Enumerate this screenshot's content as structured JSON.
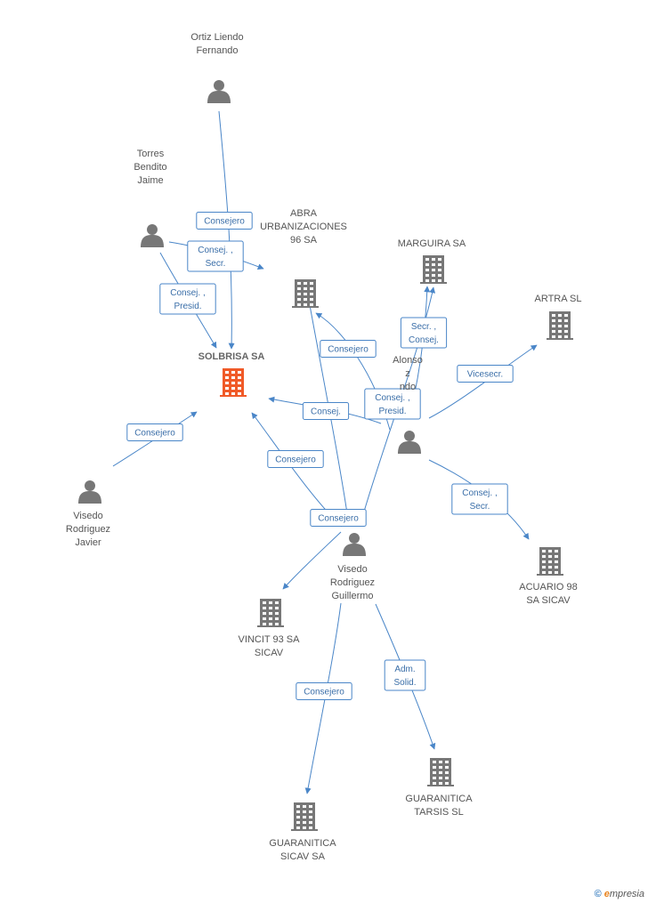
{
  "colors": {
    "edge": "#4a86c8",
    "node": "#777777",
    "main": "#f05a28",
    "label": "#555555"
  },
  "nodes": [
    {
      "id": "ortiz",
      "kind": "person",
      "lines": [
        "Ortiz Liendo",
        "Fernando"
      ]
    },
    {
      "id": "torres",
      "kind": "person",
      "lines": [
        "Torres",
        "Bendito",
        "Jaime"
      ]
    },
    {
      "id": "solbrisa",
      "kind": "company",
      "main": true,
      "lines": [
        "SOLBRISA SA"
      ]
    },
    {
      "id": "abra",
      "kind": "company",
      "lines": [
        "ABRA",
        "URBANIZACIONES",
        "96 SA"
      ]
    },
    {
      "id": "marguira",
      "kind": "company",
      "lines": [
        "MARGUIRA SA"
      ]
    },
    {
      "id": "artra",
      "kind": "company",
      "lines": [
        "ARTRA SL"
      ]
    },
    {
      "id": "alonso",
      "kind": "person",
      "lines": [
        "Alonso",
        "z",
        "ndo"
      ]
    },
    {
      "id": "visedoj",
      "kind": "person",
      "lines": [
        "Visedo",
        "Rodriguez",
        "Javier"
      ]
    },
    {
      "id": "visedog",
      "kind": "person",
      "lines": [
        "Visedo",
        "Rodriguez",
        "Guillermo"
      ]
    },
    {
      "id": "acuario",
      "kind": "company",
      "lines": [
        "ACUARIO 98",
        "SA SICAV"
      ]
    },
    {
      "id": "vincit",
      "kind": "company",
      "lines": [
        "VINCIT 93 SA",
        "SICAV"
      ]
    },
    {
      "id": "gtarsis",
      "kind": "company",
      "lines": [
        "GUARANITICA",
        "TARSIS SL"
      ]
    },
    {
      "id": "gsicav",
      "kind": "company",
      "lines": [
        "GUARANITICA",
        "SICAV SA"
      ]
    }
  ],
  "edges": [
    {
      "from": "ortiz",
      "to": "solbrisa",
      "label": [
        "Consejero"
      ]
    },
    {
      "from": "torres",
      "to": "abra",
      "label": [
        "Consej. ,",
        "Secr."
      ]
    },
    {
      "from": "torres",
      "to": "solbrisa",
      "label": [
        "Consej. ,",
        "Presid."
      ]
    },
    {
      "from": "visedoj",
      "to": "solbrisa",
      "label": [
        "Consejero"
      ]
    },
    {
      "from": "alonso",
      "to": "solbrisa",
      "label": [
        "Consej."
      ]
    },
    {
      "from": "alonso",
      "to": "abra",
      "label": [
        "Consejero"
      ]
    },
    {
      "from": "alonso",
      "to": "marguira",
      "label": [
        "Secr. ,",
        "Consej."
      ]
    },
    {
      "from": "alonso",
      "to": "artra",
      "label": [
        "Vicesecr."
      ]
    },
    {
      "from": "alonso",
      "to": "acuario",
      "label": [
        "Consej. ,",
        "Secr."
      ]
    },
    {
      "from": "visedog",
      "to": "solbrisa",
      "label": [
        "Consejero"
      ]
    },
    {
      "from": "visedog",
      "to": "abra",
      "label": []
    },
    {
      "from": "visedog",
      "to": "marguira",
      "label": [
        "Consej. ,",
        "Presid."
      ]
    },
    {
      "from": "visedog",
      "to": "vincit",
      "label": [
        "Consejero"
      ]
    },
    {
      "from": "visedog",
      "to": "gtarsis",
      "label": [
        "Adm.",
        "Solid."
      ]
    },
    {
      "from": "visedog",
      "to": "gsicav",
      "label": [
        "Consejero"
      ]
    }
  ],
  "footer": {
    "copyright": "©",
    "brand_initial": "e",
    "brand_rest": "mpresia"
  }
}
